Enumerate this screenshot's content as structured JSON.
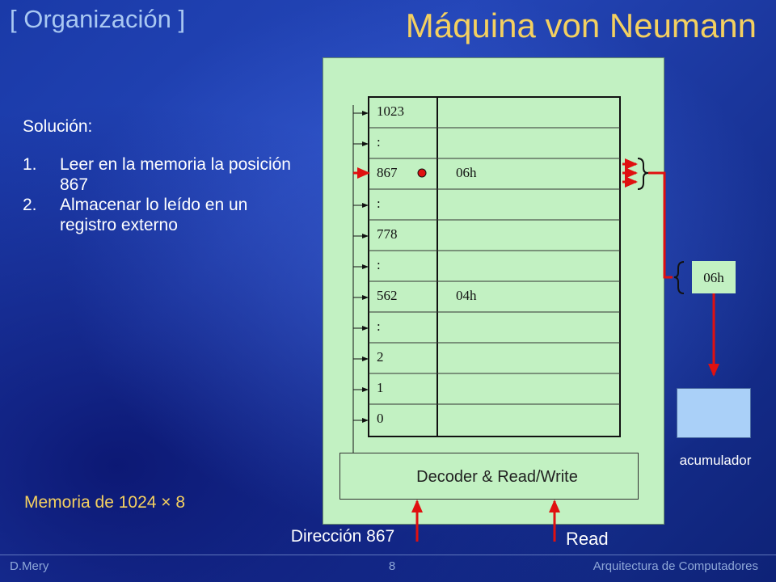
{
  "header": {
    "section": "[ Organización ]",
    "title": "Máquina von Neumann"
  },
  "solution": {
    "heading": "Solución:",
    "steps": [
      {
        "num": "1.",
        "text": "Leer en la memoria la posición 867"
      },
      {
        "num": "2.",
        "text": "Almacenar lo leído en un registro externo"
      }
    ]
  },
  "memory_label": "Memoria de 1024 × 8",
  "memory": {
    "rows": [
      {
        "address": "1023",
        "value": ""
      },
      {
        "address": ":",
        "value": ""
      },
      {
        "address": "867",
        "value": "06h"
      },
      {
        "address": ":",
        "value": ""
      },
      {
        "address": "778",
        "value": ""
      },
      {
        "address": ":",
        "value": ""
      },
      {
        "address": "562",
        "value": "04h"
      },
      {
        "address": ":",
        "value": ""
      },
      {
        "address": "2",
        "value": ""
      },
      {
        "address": "1",
        "value": ""
      },
      {
        "address": "0",
        "value": ""
      }
    ],
    "selected_address": "867"
  },
  "decoder_label": "Decoder & Read/Write",
  "register_value": "06h",
  "accumulator_label": "acumulador",
  "address_label": "Dirección 867",
  "read_label": "Read",
  "colors": {
    "panel": "#c2f1c2",
    "signal": "#e01010",
    "accumulator": "#aad0f8",
    "title": "#f4d060"
  },
  "footer": {
    "author": "D.Mery",
    "page": "8",
    "course": "Arquitectura de Computadores"
  }
}
